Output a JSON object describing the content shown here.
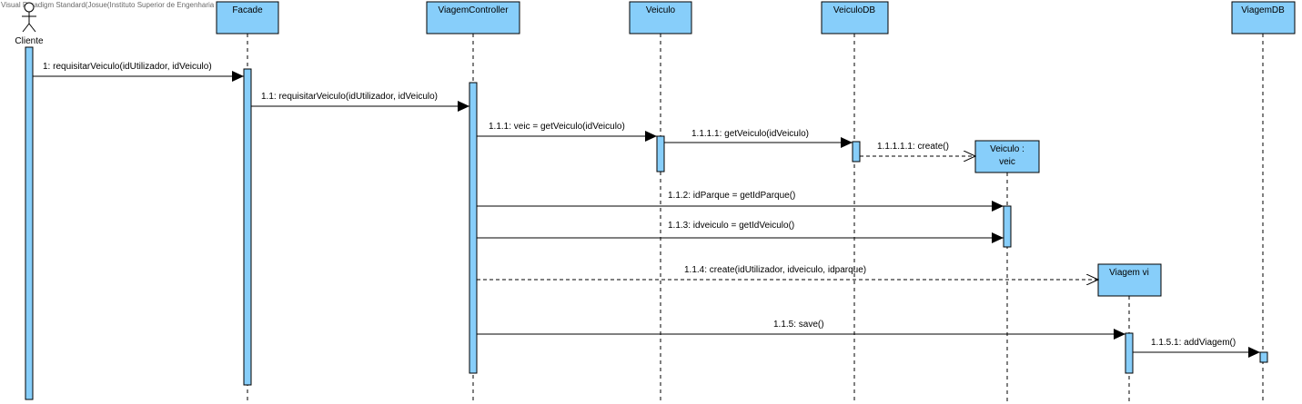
{
  "watermark": "Visual Paradigm Standard(Josue(Instituto Superior de Engenharia do Porto))",
  "colors": {
    "box_fill": "#87cefa",
    "line": "#000000",
    "lifeline_dash": "#000000"
  },
  "actor": {
    "name": "Cliente"
  },
  "lifelines": {
    "facade": "Facade",
    "controller": "ViagemController",
    "veiculo": "Veiculo",
    "veiculodb": "VeiculoDB",
    "viagemdb": "ViagemDB",
    "veic": [
      "Veiculo :",
      "veic"
    ],
    "viagem_vi": "Viagem vi"
  },
  "messages": {
    "m1": "1: requisitarVeiculo(idUtilizador, idVeiculo)",
    "m1_1": "1.1: requisitarVeiculo(idUtilizador, idVeiculo)",
    "m1_1_1": "1.1.1: veic = getVeiculo(idVeiculo)",
    "m1_1_1_1": "1.1.1.1: getVeiculo(idVeiculo)",
    "m1_1_1_1_1": "1.1.1.1.1: create()",
    "m1_1_2": "1.1.2: idParque = getIdParque()",
    "m1_1_3": "1.1.3: idveiculo = getIdVeiculo()",
    "m1_1_4": "1.1.4: create(idUtilizador, idveiculo, idparque)",
    "m1_1_5": "1.1.5: save()",
    "m1_1_5_1": "1.1.5.1: addViagem()"
  }
}
